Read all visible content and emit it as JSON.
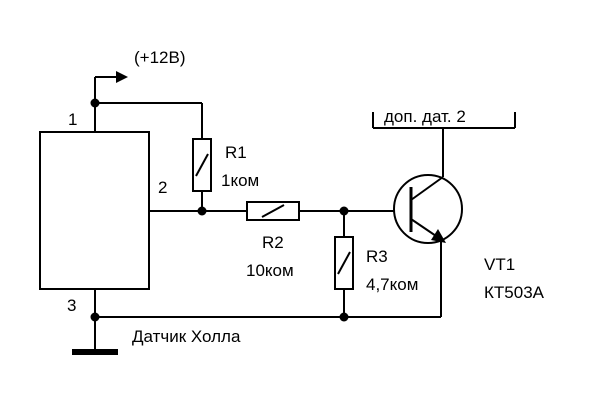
{
  "power": {
    "label": "(+12В)"
  },
  "sensor": {
    "name": "Датчик Холла",
    "pin1": "1",
    "pin2": "2",
    "pin3": "3"
  },
  "r1": {
    "ref": "R1",
    "value": "1ком"
  },
  "r2": {
    "ref": "R2",
    "value": "10ком"
  },
  "r3": {
    "ref": "R3",
    "value": "4,7ком"
  },
  "vt1": {
    "ref": "VT1",
    "part": "КТ503А"
  },
  "output": {
    "label": "доп. дат. 2"
  }
}
